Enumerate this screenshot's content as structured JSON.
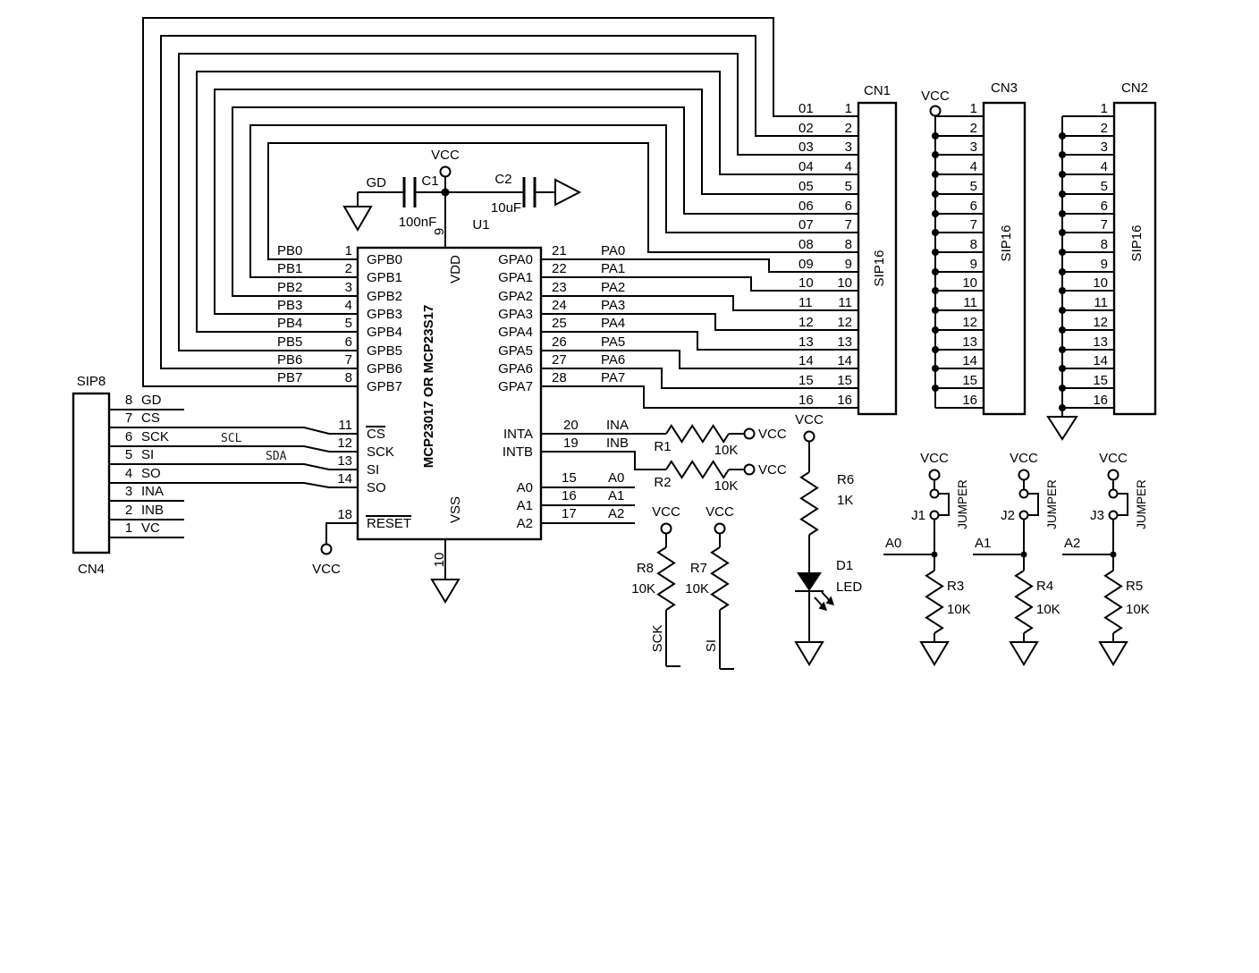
{
  "rails": {
    "vcc": "VCC"
  },
  "ic": {
    "ref": "U1",
    "part": "MCP23017 OR MCP23S17",
    "vdd": {
      "label": "VDD",
      "pin": "9"
    },
    "vss": {
      "label": "VSS",
      "pin": "10"
    },
    "gpb": [
      {
        "pin": "1",
        "port": "GPB0",
        "net": "PB0"
      },
      {
        "pin": "2",
        "port": "GPB1",
        "net": "PB1"
      },
      {
        "pin": "3",
        "port": "GPB2",
        "net": "PB2"
      },
      {
        "pin": "4",
        "port": "GPB3",
        "net": "PB3"
      },
      {
        "pin": "5",
        "port": "GPB4",
        "net": "PB4"
      },
      {
        "pin": "6",
        "port": "GPB5",
        "net": "PB5"
      },
      {
        "pin": "7",
        "port": "GPB6",
        "net": "PB6"
      },
      {
        "pin": "8",
        "port": "GPB7",
        "net": "PB7"
      }
    ],
    "gpa": [
      {
        "pin": "21",
        "port": "GPA0",
        "net": "PA0"
      },
      {
        "pin": "22",
        "port": "GPA1",
        "net": "PA1"
      },
      {
        "pin": "23",
        "port": "GPA2",
        "net": "PA2"
      },
      {
        "pin": "24",
        "port": "GPA3",
        "net": "PA3"
      },
      {
        "pin": "25",
        "port": "GPA4",
        "net": "PA4"
      },
      {
        "pin": "26",
        "port": "GPA5",
        "net": "PA5"
      },
      {
        "pin": "27",
        "port": "GPA6",
        "net": "PA6"
      },
      {
        "pin": "28",
        "port": "GPA7",
        "net": "PA7"
      }
    ],
    "spi": [
      {
        "pin": "11",
        "port": "CS"
      },
      {
        "pin": "12",
        "port": "SCK"
      },
      {
        "pin": "13",
        "port": "SI"
      },
      {
        "pin": "14",
        "port": "SO"
      }
    ],
    "reset": {
      "pin": "18",
      "port": "RESET"
    },
    "ints": [
      {
        "pin": "20",
        "port": "INTA",
        "net": "INA"
      },
      {
        "pin": "19",
        "port": "INTB",
        "net": "INB"
      }
    ],
    "addr": [
      {
        "pin": "15",
        "port": "A0",
        "net": "A0"
      },
      {
        "pin": "16",
        "port": "A1",
        "net": "A1"
      },
      {
        "pin": "17",
        "port": "A2",
        "net": "A2"
      }
    ]
  },
  "decoupling": {
    "c1": {
      "ref": "C1",
      "value": "100nF"
    },
    "c2": {
      "ref": "C2",
      "value": "10uF"
    },
    "gnd_net": "GD"
  },
  "sip16_pins": [
    "1",
    "2",
    "3",
    "4",
    "5",
    "6",
    "7",
    "8",
    "9",
    "10",
    "11",
    "12",
    "13",
    "14",
    "15",
    "16"
  ],
  "cn1": {
    "ref": "CN1",
    "type": "SIP16",
    "nets": [
      "01",
      "02",
      "03",
      "04",
      "05",
      "06",
      "07",
      "08",
      "09",
      "10",
      "11",
      "12",
      "13",
      "14",
      "15",
      "16"
    ]
  },
  "cn3": {
    "ref": "CN3",
    "type": "SIP16"
  },
  "cn2": {
    "ref": "CN2",
    "type": "SIP16"
  },
  "cn4": {
    "ref": "CN4",
    "type": "SIP8",
    "pins": [
      {
        "num": "8",
        "name": "GD"
      },
      {
        "num": "7",
        "name": "CS"
      },
      {
        "num": "6",
        "name": "SCK"
      },
      {
        "num": "5",
        "name": "SI"
      },
      {
        "num": "4",
        "name": "SO"
      },
      {
        "num": "3",
        "name": "INA"
      },
      {
        "num": "2",
        "name": "INB"
      },
      {
        "num": "1",
        "name": "VC"
      }
    ],
    "scl": "SCL",
    "sda": "SDA"
  },
  "resistors": {
    "r1": {
      "ref": "R1",
      "value": "10K"
    },
    "r2": {
      "ref": "R2",
      "value": "10K"
    },
    "r6": {
      "ref": "R6",
      "value": "1K"
    },
    "r7": {
      "ref": "R7",
      "value": "10K",
      "net": "SI"
    },
    "r8": {
      "ref": "R8",
      "value": "10K",
      "net": "SCK"
    }
  },
  "led": {
    "ref": "D1",
    "type": "LED"
  },
  "jumpers": [
    {
      "ref": "J1",
      "label": "JUMPER",
      "net": "A0",
      "res": "R3",
      "value": "10K"
    },
    {
      "ref": "J2",
      "label": "JUMPER",
      "net": "A1",
      "res": "R4",
      "value": "10K"
    },
    {
      "ref": "J3",
      "label": "JUMPER",
      "net": "A2",
      "res": "R5",
      "value": "10K"
    }
  ]
}
